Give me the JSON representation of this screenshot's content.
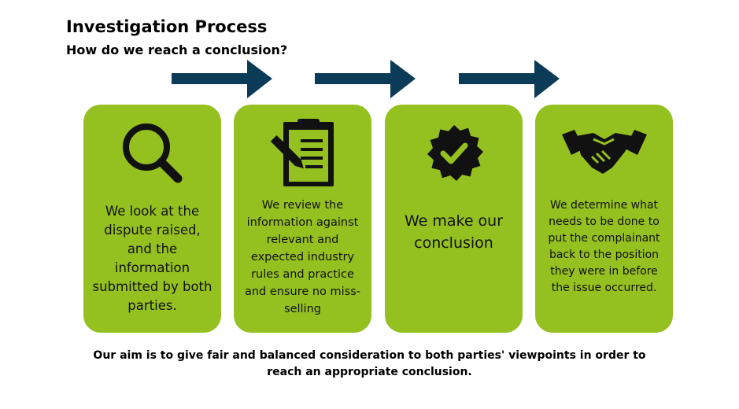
{
  "header": {
    "title": "Investigation Process",
    "subtitle": "How do we reach a conclusion?"
  },
  "colors": {
    "card": "#94c11f",
    "arrow": "#0c3b57",
    "icon": "#111111"
  },
  "steps": [
    {
      "icon": "magnifying-glass-icon",
      "text": "We look at the dispute raised, and the information submitted by both parties."
    },
    {
      "icon": "clipboard-pencil-icon",
      "text": "We review the information against relevant and expected industry rules and practice and ensure no miss-selling"
    },
    {
      "icon": "check-badge-icon",
      "text": "We make our conclusion"
    },
    {
      "icon": "handshake-icon",
      "text": "We determine what needs to be done to put the complainant back to the position they were in before the issue occurred."
    }
  ],
  "footer": {
    "text": "Our aim is to give fair and balanced consideration to both parties' viewpoints in order to reach an appropriate conclusion."
  }
}
